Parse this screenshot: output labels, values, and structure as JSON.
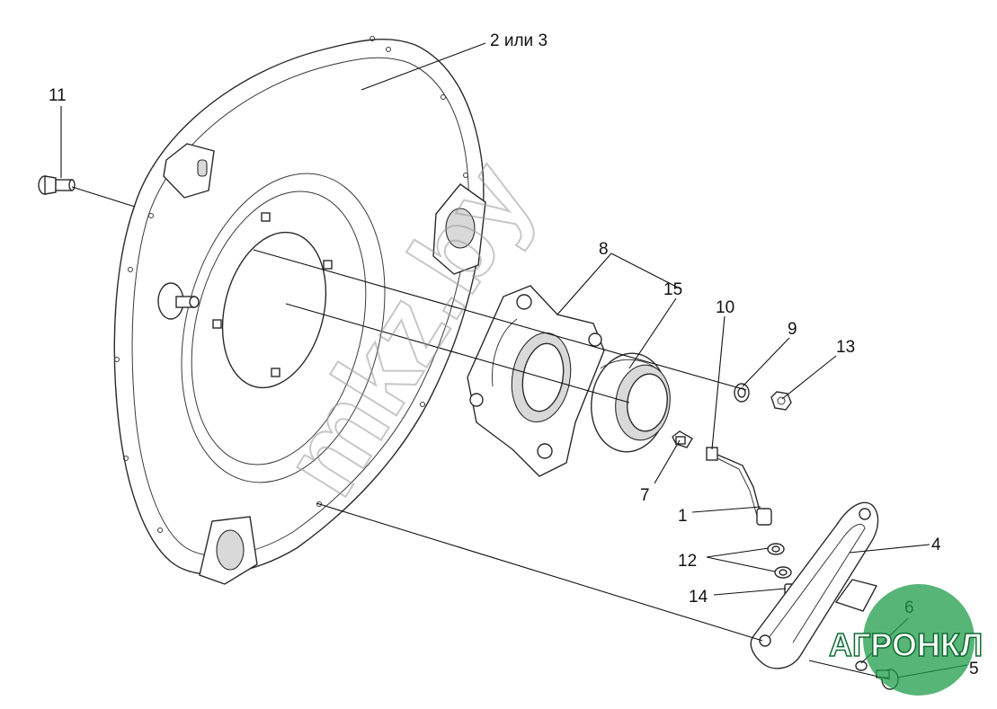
{
  "labels": {
    "l1": "1",
    "l2or3": "2 или 3",
    "l4": "4",
    "l5": "5",
    "l6": "6",
    "l7": "7",
    "l8": "8",
    "l9": "9",
    "l10": "10",
    "l11": "11",
    "l12": "12",
    "l13": "13",
    "l14": "14",
    "l15": "15"
  },
  "watermark": {
    "text": "mkz.by"
  },
  "logo": {
    "text": "АГРОНКЛ"
  },
  "colors": {
    "line": "#2a2a2a",
    "logo_green": "#1f9c4a",
    "watermark": "#9a9a9a"
  }
}
